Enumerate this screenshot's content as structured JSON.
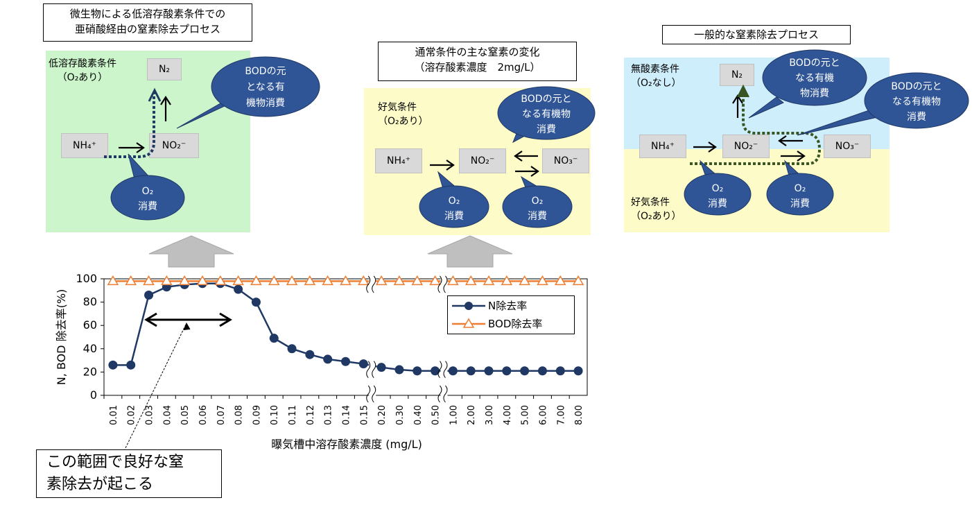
{
  "left_panel": {
    "title_lines": [
      "微生物による低溶存酸素条件での",
      "亜硝酸経由の窒素除去プロセス"
    ],
    "condition_lines": [
      "低溶存酸素条件",
      "（O₂あり）"
    ],
    "n2": "N₂",
    "nh4": "NH₄⁺",
    "no2": "NO₂⁻",
    "bubble_bod": [
      "BODの元",
      "となる有",
      "機物消費"
    ],
    "bubble_o2": [
      "O₂",
      "消費"
    ],
    "bg_color": "#ccf5cc"
  },
  "middle_panel": {
    "title_lines": [
      "通常条件の主な窒素の変化",
      "（溶存酸素濃度　2mg/L）"
    ],
    "condition_lines": [
      "好気条件",
      "（O₂あり）"
    ],
    "nh4": "NH₄⁺",
    "no2": "NO₂⁻",
    "no3": "NO₃⁻",
    "bubble_bod": [
      "BODの元と",
      "なる有機物",
      "消費"
    ],
    "bubble_o2a": [
      "O₂",
      "消費"
    ],
    "bubble_o2b": [
      "O₂",
      "消費"
    ],
    "bg_color": "#fdfbc8"
  },
  "right_panel": {
    "title": "一般的な窒素除去プロセス",
    "anoxic_lines": [
      "無酸素条件",
      "（O₂なし）"
    ],
    "aerobic_lines": [
      "好気条件",
      "（O₂あり）"
    ],
    "n2": "N₂",
    "nh4": "NH₄⁺",
    "no2": "NO₂⁻",
    "no3": "NO₃⁻",
    "bubble_bod1": [
      "BODの元と",
      "なる有機",
      "物消費"
    ],
    "bubble_bod2": [
      "BODの元と",
      "なる有機物",
      "消費"
    ],
    "bubble_o2a": [
      "O₂",
      "消費"
    ],
    "bubble_o2b": [
      "O₂",
      "消費"
    ],
    "anoxic_color": "#cfeefc",
    "aerobic_color": "#fdfbc8"
  },
  "note": [
    "この範囲で良好な窒",
    "素除去が起こる"
  ],
  "chart_data": {
    "type": "line",
    "categories": [
      "0.01",
      "0.02",
      "0.03",
      "0.04",
      "0.05",
      "0.06",
      "0.07",
      "0.08",
      "0.09",
      "0.10",
      "0.11",
      "0.12",
      "0.13",
      "0.14",
      "0.15",
      "0.20",
      "0.30",
      "0.40",
      "0.50",
      "1.00",
      "2.00",
      "3.00",
      "4.00",
      "5.00",
      "6.00",
      "7.00",
      "8.00"
    ],
    "series": [
      {
        "name": "N除去率",
        "values": [
          26,
          26,
          86,
          93,
          95,
          96,
          96,
          91,
          80,
          49,
          40,
          35,
          31,
          29,
          27,
          24,
          22,
          21,
          21,
          21,
          21,
          21,
          21,
          21,
          21,
          21,
          21
        ],
        "color": "#1f3864",
        "marker": "circle"
      },
      {
        "name": "BOD除去率",
        "values": [
          98,
          98,
          98,
          98,
          98,
          98,
          98,
          98,
          98,
          98,
          98,
          98,
          98,
          98,
          98,
          98,
          98,
          98,
          98,
          98,
          98,
          98,
          98,
          98,
          98,
          98,
          98
        ],
        "color": "#ed7d31",
        "marker": "triangle-open"
      }
    ],
    "xlabel": "曝気槽中溶存酸素濃度 (mg/L)",
    "ylabel": "N, BOD 除去率(%)",
    "yticks": [
      "0",
      "20",
      "40",
      "60",
      "80",
      "100"
    ],
    "ylim": [
      0,
      100
    ],
    "axis_breaks_after_categories": [
      "0.15",
      "0.50"
    ],
    "legend_position": "right"
  }
}
